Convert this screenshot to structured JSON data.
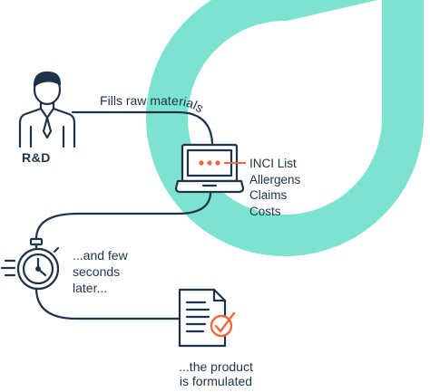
{
  "colors": {
    "accent": "#7be3d0",
    "ink": "#1f3347",
    "orange": "#ee6a3c"
  },
  "icons": [
    "person-icon",
    "laptop-icon",
    "stopwatch-icon",
    "document-icon",
    "checkmark-icon"
  ],
  "path_label": "Fills raw materials",
  "actor_label": "R&D",
  "outputs": [
    "INCI List",
    "Allergens",
    "Claims",
    "Costs"
  ],
  "timing": [
    "...and few",
    "seconds",
    "later..."
  ],
  "result": [
    "...the product",
    "is formulated"
  ]
}
